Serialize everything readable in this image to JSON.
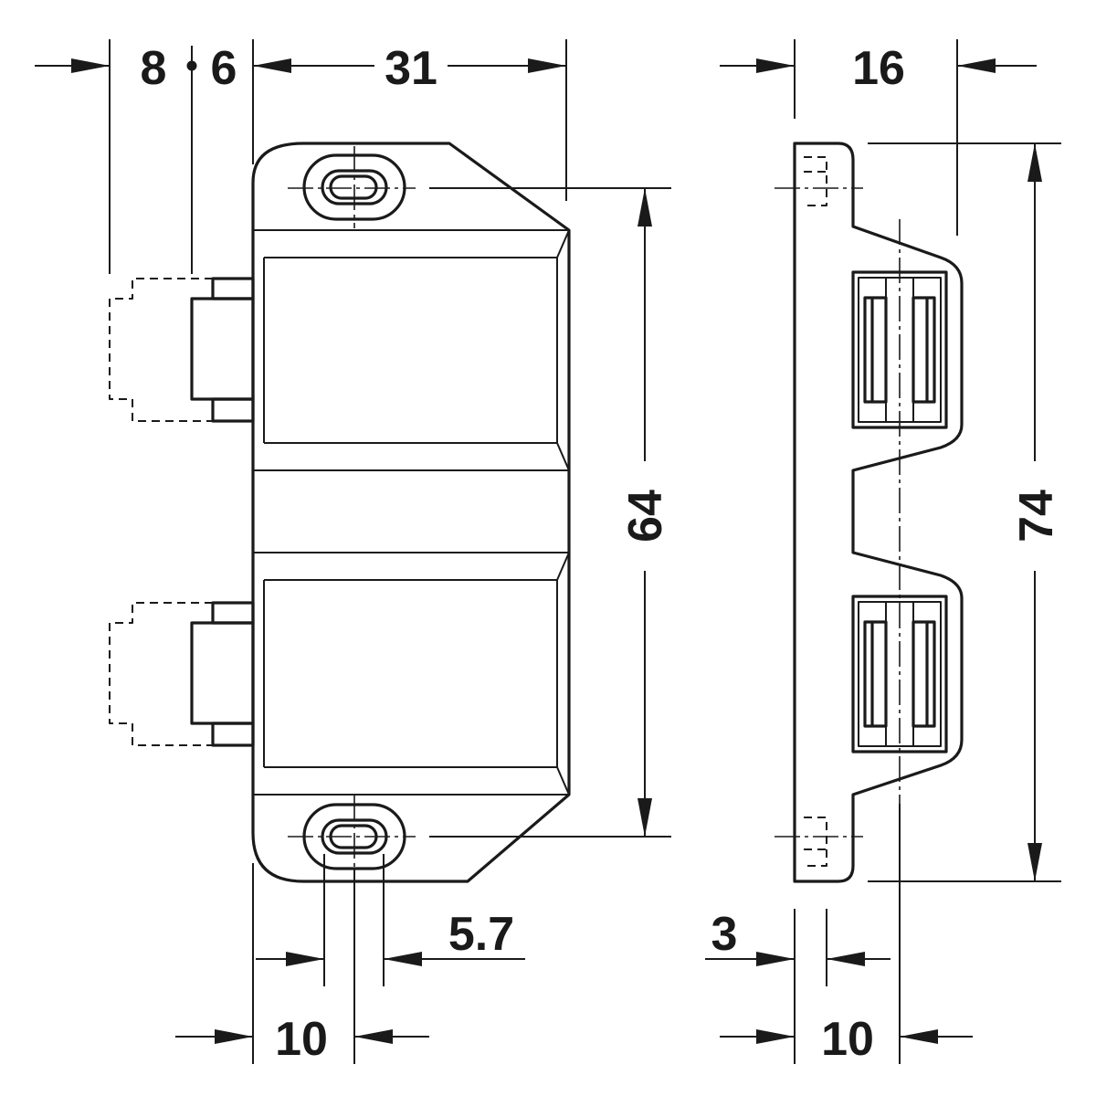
{
  "colors": {
    "ink": "#1a1a1a",
    "paper": "#ffffff"
  },
  "dimensions": {
    "d8": "8",
    "d6": "6",
    "d31": "31",
    "d16": "16",
    "d64": "64",
    "d74": "74",
    "d5_7": "5.7",
    "d10_front": "10",
    "d3": "3",
    "d10_side": "10"
  }
}
